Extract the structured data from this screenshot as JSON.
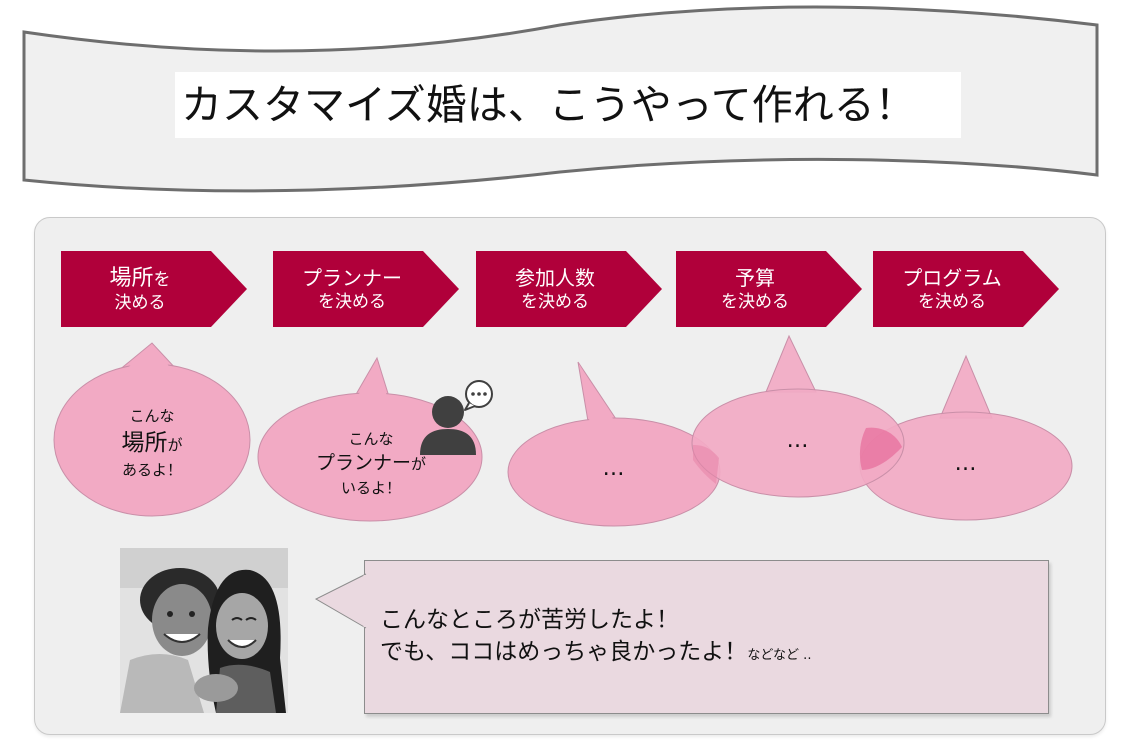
{
  "title": "カスタマイズ婚は、こうやって作れる！",
  "colors": {
    "step_fill": "#b0003a",
    "bubble_fill": "#f2aac4",
    "panel_bg": "#efefef",
    "speech_bg": "#ead9e0"
  },
  "steps": [
    {
      "main_big": "場所",
      "main_small": "を",
      "sub": "決める"
    },
    {
      "main": "プランナー",
      "sub": "を決める"
    },
    {
      "main": "参加人数",
      "sub": "を決める"
    },
    {
      "main": "予算",
      "sub": "を決める"
    },
    {
      "main": "プログラム",
      "sub": "を決める"
    }
  ],
  "bubbles": [
    {
      "line1": "こんな",
      "line2_big": "場所",
      "line2_small": "が",
      "line3": "あるよ！"
    },
    {
      "line1": "こんな",
      "line2_big": "プランナー",
      "line2_small": "が",
      "line3": "いるよ！"
    },
    {
      "text": "…"
    },
    {
      "text": "…"
    },
    {
      "text": "…"
    }
  ],
  "planner_icons": [
    "person-icon",
    "chat-bubble-icon"
  ],
  "speech": {
    "line1": "こんなところが苦労したよ！",
    "line2": "でも、ココはめっちゃ良かったよ！",
    "etc": "などなど .."
  }
}
